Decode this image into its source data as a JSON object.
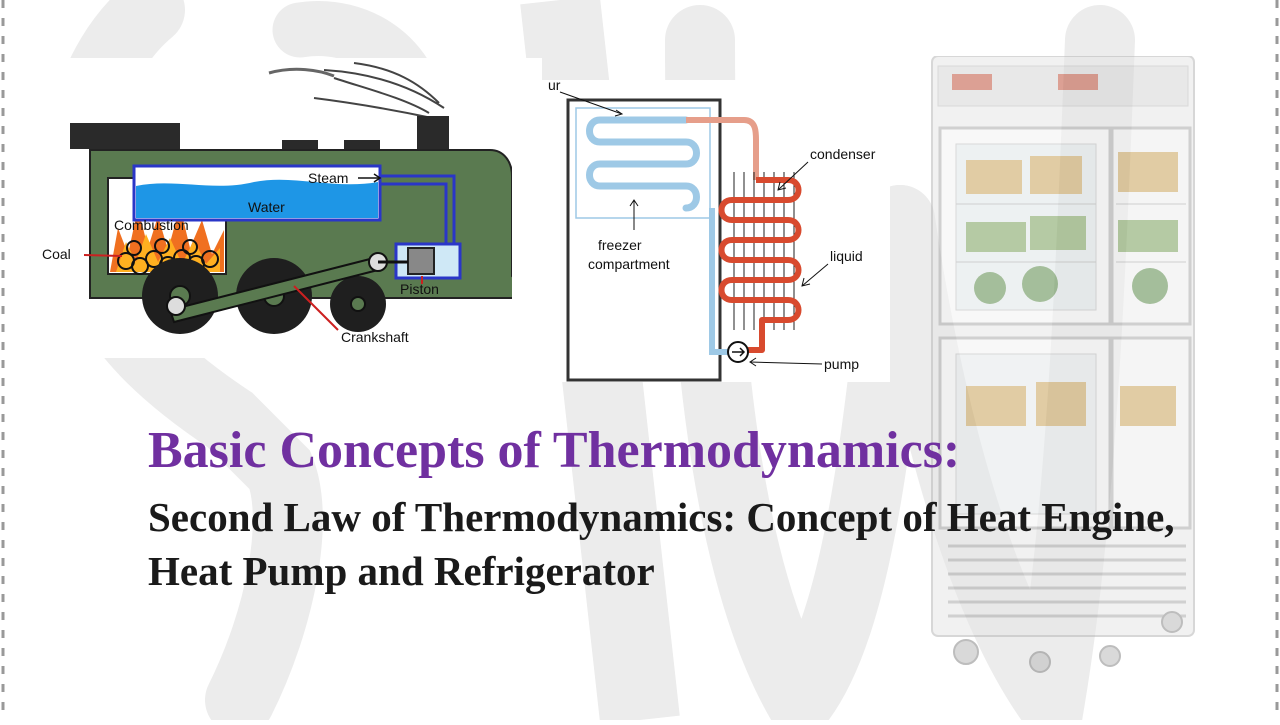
{
  "engine": {
    "labels": {
      "steam": "Steam",
      "water": "Water",
      "combustion": "Combustion",
      "coal": "Coal",
      "piston": "Piston",
      "crankshaft": "Crankshaft"
    },
    "colors": {
      "body": "#5a7a50",
      "water": "#1e96e6",
      "piston_line": "#2a36c8",
      "arrow": "#cc2020"
    }
  },
  "refrigerator": {
    "labels": {
      "evaporator_fragment": "ur",
      "freezer": "freezer",
      "compartment": "compartment",
      "condenser": "condenser",
      "liquid": "liquid",
      "pump": "pump"
    },
    "colors": {
      "cold_coil": "#9ec9e6",
      "hot_coil": "#d84a2e"
    }
  },
  "headline": {
    "title": "Basic Concepts of Thermodynamics:",
    "subtitle": "Second Law of Thermodynamics: Concept of Heat Engine, Heat Pump and Refrigerator"
  },
  "colors": {
    "title": "#7030a0",
    "subtitle": "#1a1a1a",
    "watermark": "#ececec"
  }
}
